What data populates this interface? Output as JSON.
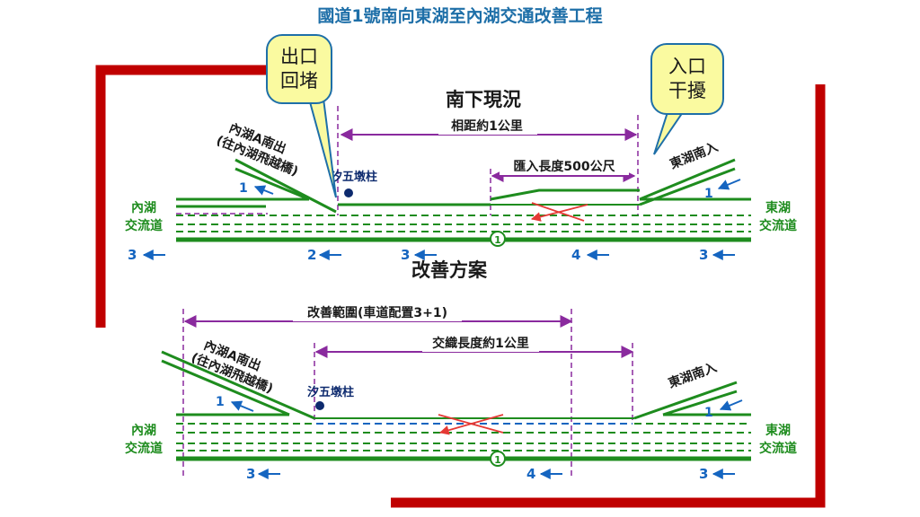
{
  "title": "國道1號南向東湖至內湖交通改善工程",
  "callouts": {
    "exit": {
      "line1": "出口",
      "line2": "回堵"
    },
    "entry": {
      "line1": "入口",
      "line2": "干擾"
    }
  },
  "current": {
    "section_title": "南下現況",
    "distance_label": "相距約1公里",
    "merge_length_label": "匯入長度500公尺",
    "ramp_exit_line1": "內湖A南出",
    "ramp_exit_line2": "(往內湖飛越橋)",
    "ramp_entry": "東湖南入",
    "pier_label": "汐五墩柱",
    "left_end_line1": "內湖",
    "left_end_line2": "交流道",
    "right_end_line1": "東湖",
    "right_end_line2": "交流道",
    "ramp_exit_lanes": "1",
    "ramp_entry_lanes": "1",
    "lane_counts": [
      "3",
      "2",
      "3",
      "4",
      "3"
    ],
    "shield": "1"
  },
  "improved": {
    "section_title": "改善方案",
    "range_label": "改善範圍(車道配置3+1)",
    "weave_label": "交織長度約1公里",
    "ramp_exit_line1": "內湖A南出",
    "ramp_exit_line2": "(往內湖飛越橋)",
    "ramp_entry": "東湖南入",
    "pier_label": "汐五墩柱",
    "left_end_line1": "內湖",
    "left_end_line2": "交流道",
    "right_end_line1": "東湖",
    "right_end_line2": "交流道",
    "ramp_exit_lanes": "1",
    "ramp_entry_lanes": "1",
    "lane_counts": [
      "3",
      "4",
      "3"
    ],
    "shield": "1"
  },
  "colors": {
    "road": "#1e8c1e",
    "lane_text": "#1565c0",
    "dimension": "#8a2a9e",
    "title": "#1e6fa8",
    "frame": "#c00000",
    "cross": "#e53935",
    "pier": "#0d2a6e",
    "dark_text": "#1a1a1a"
  }
}
